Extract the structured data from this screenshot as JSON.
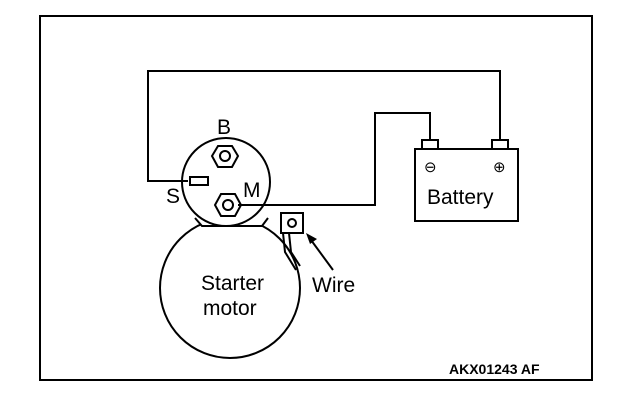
{
  "labels": {
    "terminal_b": "B",
    "terminal_s": "S",
    "terminal_m": "M",
    "battery": "Battery",
    "battery_negative": "⊖",
    "battery_positive": "⊕",
    "starter_line1": "Starter",
    "starter_line2": "motor",
    "wire": "Wire",
    "figure_code": "AKX01243 AF"
  },
  "colors": {
    "stroke": "#000000",
    "background": "#ffffff"
  }
}
